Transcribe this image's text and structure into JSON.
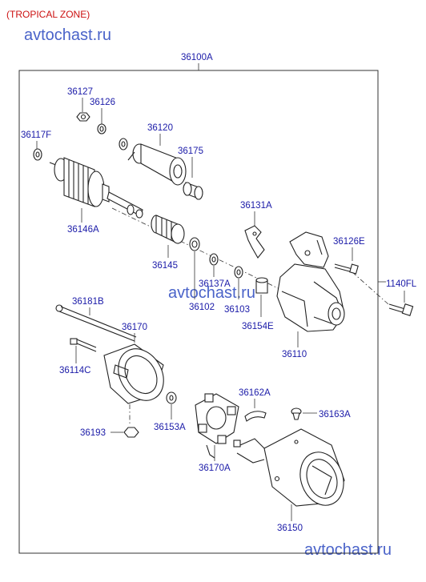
{
  "zone_label": "(TROPICAL ZONE)",
  "watermarks": [
    "avtochast.ru",
    "avtochast.ru",
    "avtochast.ru"
  ],
  "assembly_label": "36100A",
  "parts": {
    "p36127": "36127",
    "p36126": "36126",
    "p36117F": "36117F",
    "p36120": "36120",
    "p36175": "36175",
    "p36146A": "36146A",
    "p36131A": "36131A",
    "p36126E": "36126E",
    "p1140FL": "1140FL",
    "p36145": "36145",
    "p36137A": "36137A",
    "p36102": "36102",
    "p36103": "36103",
    "p36154E": "36154E",
    "p36110": "36110",
    "p36181B": "36181B",
    "p36170": "36170",
    "p36114C": "36114C",
    "p36193": "36193",
    "p36153A": "36153A",
    "p36162A": "36162A",
    "p36163A": "36163A",
    "p36170A": "36170A",
    "p36150": "36150"
  }
}
